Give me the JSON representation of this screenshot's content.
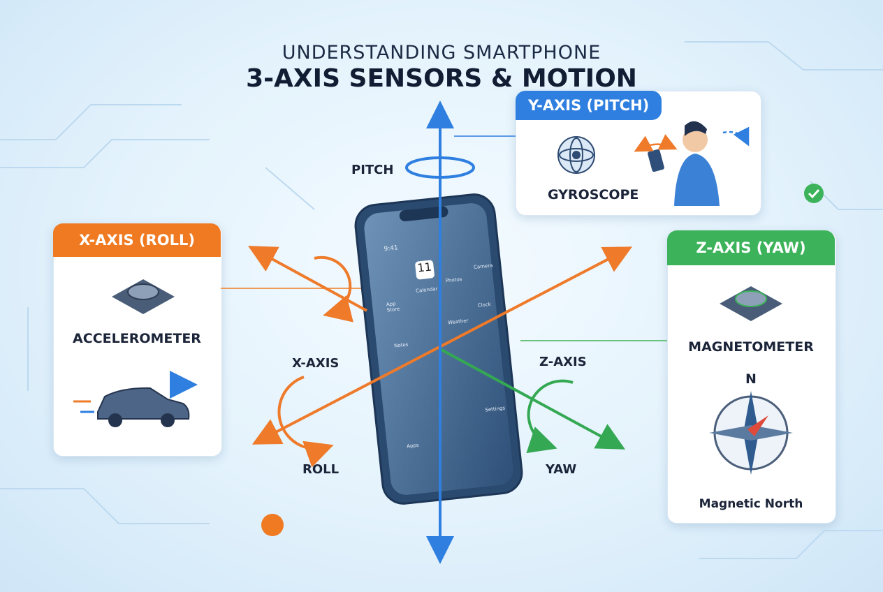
{
  "title": {
    "line1": "UNDERSTANDING SMARTPHONE",
    "line2": "3-AXIS SENSORS & MOTION"
  },
  "cards": {
    "y_axis": {
      "header": "Y-AXIS (PITCH)",
      "sensor": "GYROSCOPE",
      "color": "#2f7fe0",
      "icon": "gyroscope-icon"
    },
    "x_axis": {
      "header": "X-AXIS (ROLL)",
      "sensor": "ACCELEROMETER",
      "color": "#f07a22",
      "icon": "accelerometer-chip-icon"
    },
    "z_axis": {
      "header": "Z-AXIS (YAW)",
      "sensor": "MAGNETOMETER",
      "compass_letter": "N",
      "compass_caption": "Magnetic North",
      "color": "#3cb35a",
      "icon": "compass-icon"
    }
  },
  "axis_labels": {
    "pitch": "PITCH",
    "x_axis": "X-AXIS",
    "roll": "ROLL",
    "z_axis": "Z-AXIS",
    "yaw": "YAW"
  },
  "phone": {
    "time": "9:41",
    "calendar_day": "11",
    "apps": [
      "App Store",
      "Calendar",
      "Photos",
      "Camera",
      "Notes",
      "Weather",
      "Clock",
      "Apps",
      "Settings"
    ]
  }
}
